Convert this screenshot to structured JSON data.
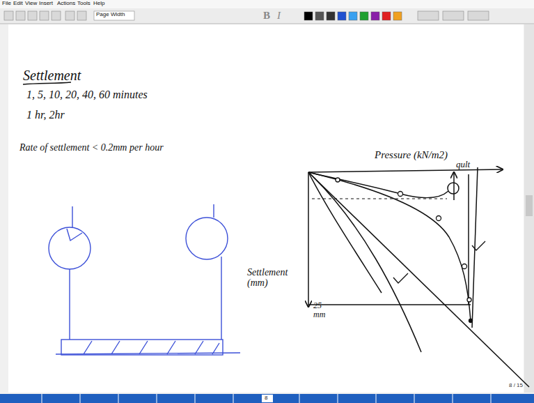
{
  "diagram": {
    "labels": [
      "File",
      "Edit",
      "View",
      "Insert",
      "Actions",
      "Tools",
      "Help",
      "Page Width",
      "B",
      "I",
      "Settlement",
      "1, 5, 10, 20, 40, 60 minutes",
      "1 hr, 2hr",
      "Rate of settlement < 0.2mm per hour",
      "Pressure (kN/m2)",
      "qult",
      "Settlement (mm)",
      "25 mm",
      "8 / 15",
      "8"
    ]
  }
}
